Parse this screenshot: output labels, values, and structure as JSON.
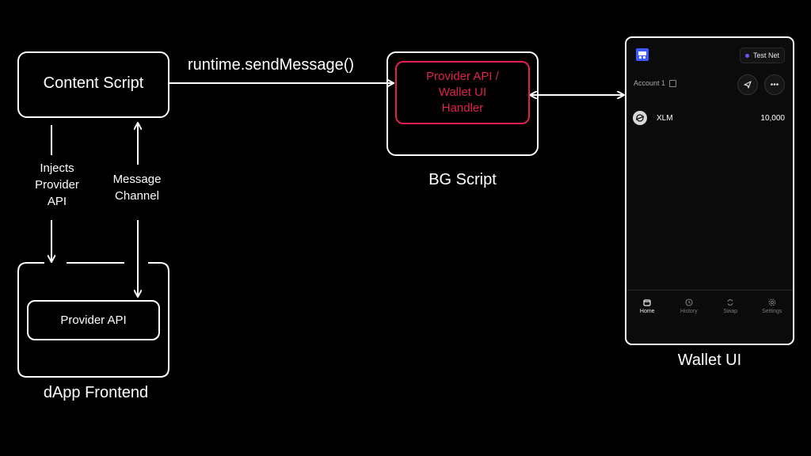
{
  "content_script": {
    "title": "Content Script"
  },
  "edge_send_message": {
    "label": "runtime.sendMessage()"
  },
  "bg_script": {
    "handler_lines": [
      "Provider API /",
      "Wallet UI",
      "Handler"
    ],
    "caption": "BG Script"
  },
  "edge_injects": {
    "lines": [
      "Injects",
      "Provider",
      "API"
    ]
  },
  "edge_message_channel": {
    "lines": [
      "Message",
      "Channel"
    ]
  },
  "dapp": {
    "inner_label": "Provider API",
    "caption": "dApp Frontend"
  },
  "wallet": {
    "network": "Test Net",
    "account": "Account 1",
    "asset": {
      "symbol": "XLM",
      "balance": "10,000"
    },
    "nav": [
      {
        "label": "Home",
        "icon": "wallet-icon",
        "active": true
      },
      {
        "label": "History",
        "icon": "clock-icon",
        "active": false
      },
      {
        "label": "Swap",
        "icon": "swap-icon",
        "active": false
      },
      {
        "label": "Settings",
        "icon": "gear-icon",
        "active": false
      }
    ],
    "caption": "Wallet UI",
    "colors": {
      "accent": "#6e56f8",
      "handler": "#e0204e"
    }
  }
}
